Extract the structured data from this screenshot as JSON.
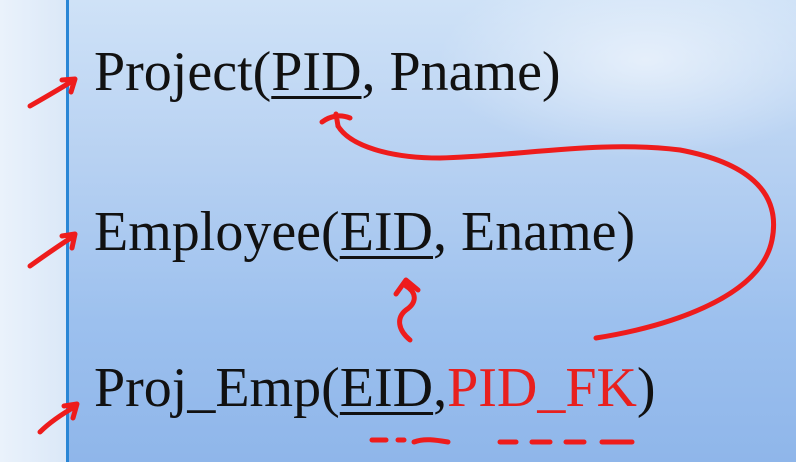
{
  "relations": {
    "project": {
      "name": "Project",
      "open": "(",
      "pk": "PID",
      "rest": ", Pname)"
    },
    "employee": {
      "name": "Employee",
      "open": "(",
      "pk": "EID",
      "rest": ", Ename)"
    },
    "proj_emp": {
      "name": "Proj_Emp",
      "open": "(",
      "pk": "EID",
      "comma": ",",
      "fk": "PID_FK",
      "close": ")"
    }
  },
  "colors": {
    "annotation": "#ee1c1c",
    "foreign_key_text": "#e8201e",
    "text": "#111111",
    "margin_line": "#2a86d6"
  }
}
